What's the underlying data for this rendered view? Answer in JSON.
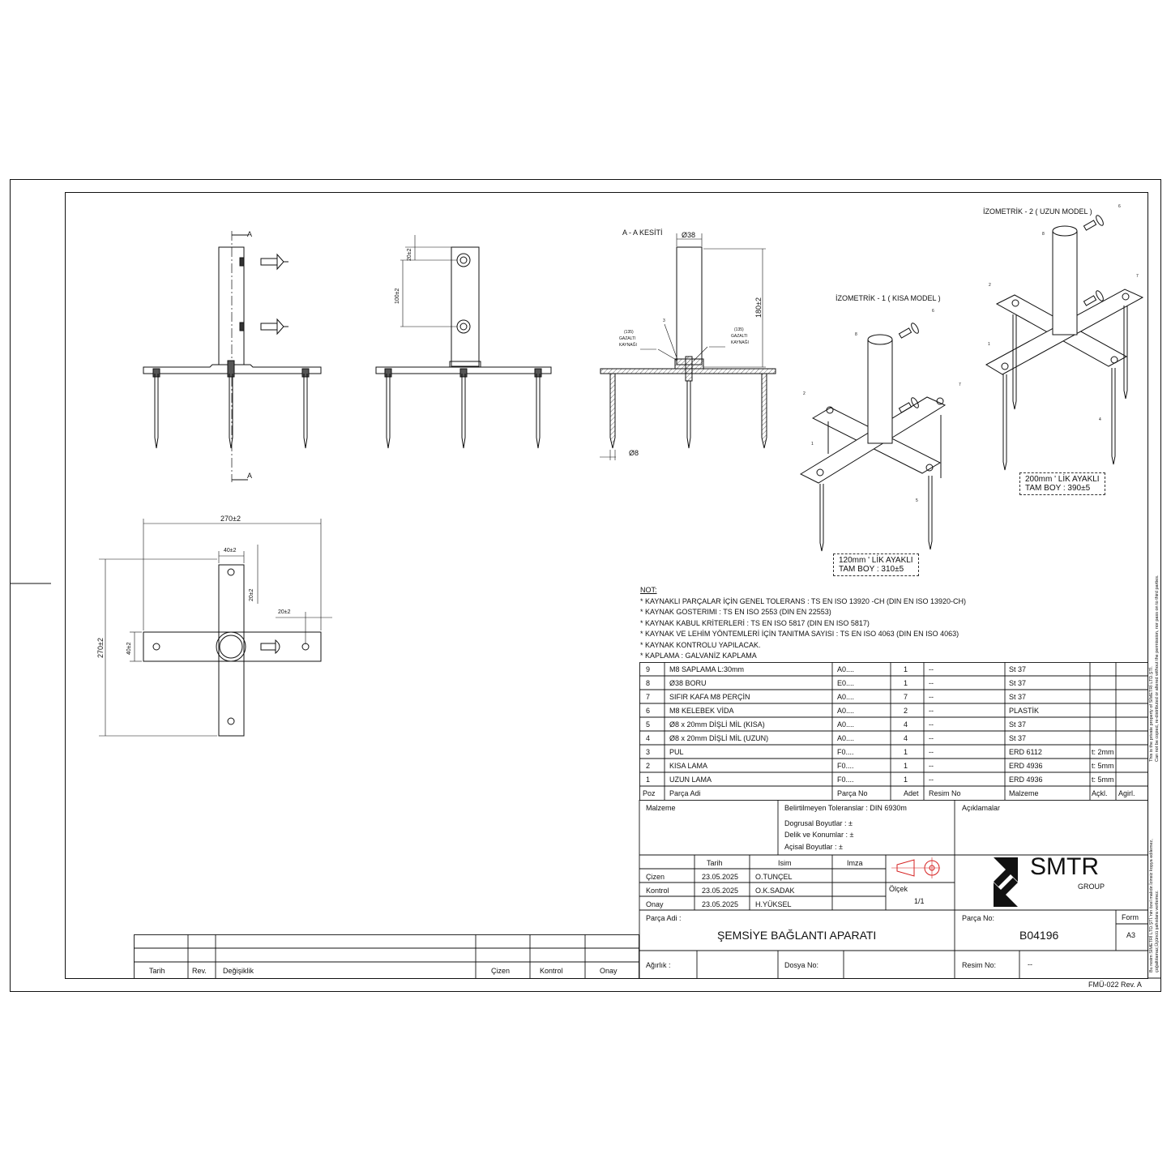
{
  "views": {
    "section_marker": "A",
    "section_title": "A - A KESİTİ",
    "dim_tube_dia": "Ø38",
    "dim_tube_height": "180±2",
    "dim_leg_dia": "Ø8",
    "dim_hole_top": "20±2",
    "dim_hole_spacing": "100±2",
    "weld_number": "(135)",
    "weld_line1": "GAZALTI",
    "weld_line2": "KAYNAĞI",
    "callout_pul": "3",
    "top_dim_width": "270±2",
    "top_dim_height": "270±2",
    "top_dim_strip": "40±2",
    "top_dim_strip_v": "40±2",
    "top_dim_hole_v": "20±2",
    "top_dim_hole_h": "20±2",
    "iso1_title": "İZOMETRİK - 1 ( KISA MODEL )",
    "iso1_note_line1": "120mm ' LİK AYAKLI",
    "iso1_note_line2": "TAM BOY : 310±5",
    "iso2_title": "İZOMETRİK - 2 ( UZUN MODEL )",
    "iso2_note_line1": "200mm ' LİK AYAKLI",
    "iso2_note_line2": "TAM BOY : 390±5",
    "iso1_callouts": [
      "8",
      "6",
      "7",
      "2",
      "1",
      "5"
    ],
    "iso2_callouts": [
      "6",
      "8",
      "2",
      "7",
      "1",
      "4"
    ]
  },
  "notes": {
    "heading": "NOT:",
    "items": [
      "* KAYNAKLI PARÇALAR İÇİN GENEL TOLERANS : TS EN ISO 13920 -CH (DIN EN ISO 13920-CH)",
      "* KAYNAK GOSTERIMI : TS EN ISO 2553 (DIN EN 22553)",
      "* KAYNAK KABUL KRİTERLERİ : TS EN ISO 5817 (DIN EN ISO 5817)",
      "* KAYNAK VE LEHİM YÖNTEMLERİ İÇİN TANITMA SAYISI : TS EN ISO 4063 (DIN EN ISO 4063)",
      "* KAYNAK KONTROLU YAPILACAK.",
      "* KAPLAMA : GALVANİZ KAPLAMA"
    ]
  },
  "bom": {
    "headers": [
      "Poz",
      "Parça Adi",
      "Parça No",
      "Adet",
      "Resim No",
      "Malzeme",
      "Açkl.",
      "Agirl."
    ],
    "rows": [
      [
        "9",
        "M8 SAPLAMA L:30mm",
        "A0....",
        "1",
        "--",
        "St 37",
        "",
        ""
      ],
      [
        "8",
        "Ø38 BORU",
        "E0....",
        "1",
        "--",
        "St 37",
        "",
        ""
      ],
      [
        "7",
        "SIFIR KAFA M8 PERÇİN",
        "A0....",
        "7",
        "--",
        "St 37",
        "",
        ""
      ],
      [
        "6",
        "M8 KELEBEK VİDA",
        "A0....",
        "2",
        "--",
        "PLASTİK",
        "",
        ""
      ],
      [
        "5",
        "Ø8 x 20mm DİŞLİ MİL (KISA)",
        "A0....",
        "4",
        "--",
        "St 37",
        "",
        ""
      ],
      [
        "4",
        "Ø8 x 20mm DİŞLİ MİL (UZUN)",
        "A0....",
        "4",
        "--",
        "St 37",
        "",
        ""
      ],
      [
        "3",
        "PUL",
        "F0....",
        "1",
        "--",
        "ERD 6112",
        "t: 2mm",
        ""
      ],
      [
        "2",
        "KISA LAMA",
        "F0....",
        "1",
        "--",
        "ERD 4936",
        "t: 5mm",
        ""
      ],
      [
        "1",
        "UZUN LAMA",
        "F0....",
        "1",
        "--",
        "ERD 4936",
        "t: 5mm",
        ""
      ]
    ]
  },
  "title_block": {
    "malzeme_label": "Malzeme",
    "tolerance_title": "Belirtilmeyen Toleranslar : DIN 6930m",
    "tol_linear": "Dogrusal Boyutlar  :  ±",
    "tol_holes": "Delik ve Konumlar :  ±",
    "tol_angular": "Açisal Boyutlar    : ±",
    "aciklamalar_label": "Açıklamalar",
    "col_tarih": "Tarih",
    "col_isim": "Isim",
    "col_imza": "Imza",
    "signoffs": [
      {
        "role": "Çizen",
        "date": "23.05.2025",
        "name": "O.TUNÇEL"
      },
      {
        "role": "Kontrol",
        "date": "23.05.2025",
        "name": "O.K.SADAK"
      },
      {
        "role": "Onay",
        "date": "23.05.2025",
        "name": "H.YÜKSEL"
      }
    ],
    "scale_label": "Ölçek",
    "scale_value": "1/1",
    "logo_name": "SMTR",
    "logo_sub": "GROUP",
    "part_name_label": "Parça Adi :",
    "part_name": "ŞEMSİYE BAĞLANTI APARATI",
    "part_no_label": "Parça No:",
    "part_no": "B04196",
    "form_label": "Form",
    "form_value": "A3",
    "weight_label": "Ağırlık :",
    "file_no_label": "Dosya No:",
    "drawing_no_label": "Resim No:",
    "drawing_no_value": "--",
    "form_code": "FMÜ-022 Rev. A",
    "projection_color": "#d62020"
  },
  "revision_table": {
    "headers": [
      "Tarih",
      "Rev.",
      "Değişiklik",
      "Çizen",
      "Kontrol",
      "Onay"
    ]
  },
  "side_text": {
    "en_line1": "This is the private property of SİMETRİ LTD.ŞTİ.",
    "en_line2": "Can not be copied, re-distributed or altered without the permission,  nor pass on to third parties.",
    "tr_line1": "Bu resim SİMETRİ LTD.ŞTİ.'nin özel malıdır.İzinsiz kopya edilemez,",
    "tr_line2": "çoğaltılamaz,Üçüncü şahıslara verilemez."
  }
}
